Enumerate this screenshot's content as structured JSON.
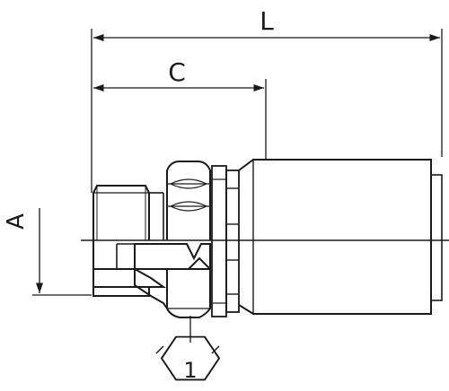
{
  "dimensions": {
    "overall_length": "L",
    "body_length": "C",
    "thread_size": "A"
  },
  "callout": {
    "number": "1"
  },
  "colors": {
    "line": "#1a1a1a",
    "hatch": "#1a1a1a",
    "background": "#ffffff"
  }
}
